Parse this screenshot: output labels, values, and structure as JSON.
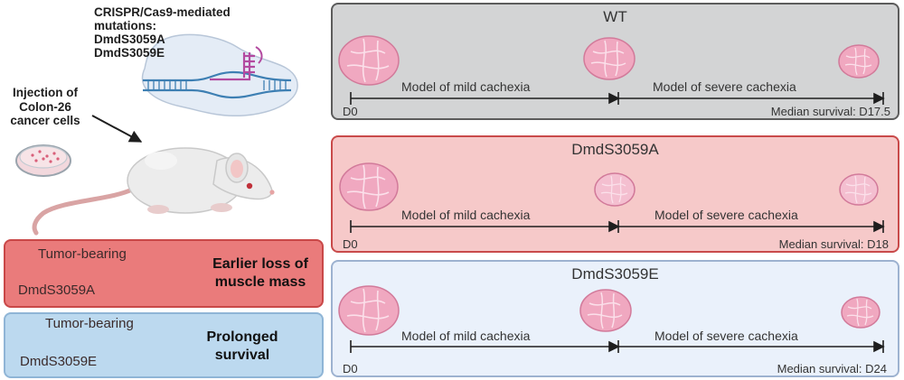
{
  "left": {
    "crispr_lines": [
      "CRISPR/Cas9-mediated",
      "mutations:",
      "DmdS3059A",
      "DmdS3059E"
    ],
    "injection_lines": [
      "Injection of",
      "Colon-26",
      "cancer cells"
    ]
  },
  "boxes": [
    {
      "top_label": "Tumor-bearing",
      "mutation": "DmdS3059A",
      "result": [
        "Earlier loss of",
        "muscle mass"
      ]
    },
    {
      "top_label": "Tumor-bearing",
      "mutation": "DmdS3059E",
      "result": [
        "Prolonged",
        "survival"
      ]
    }
  ],
  "panels": [
    {
      "title": "WT",
      "mild": "Model of mild cachexia",
      "severe": "Model of severe cachexia",
      "start": "D0",
      "survival": "Median survival: D17.5"
    },
    {
      "title": "DmdS3059A",
      "mild": "Model of mild cachexia",
      "severe": "Model of severe cachexia",
      "start": "D0",
      "survival": "Median survival: D18"
    },
    {
      "title": "DmdS3059E",
      "mild": "Model of mild cachexia",
      "severe": "Model of severe cachexia",
      "start": "D0",
      "survival": "Median survival: D24"
    }
  ],
  "colors": {
    "muscle": "#f0a8c0",
    "muscle_outline": "#d27a9a",
    "wt_panel": "#d3d4d5",
    "a_panel": "#f6c9c9",
    "e_panel": "#eaf1fb",
    "a_box": "#ea7b7b",
    "e_box": "#bcd9ef"
  }
}
